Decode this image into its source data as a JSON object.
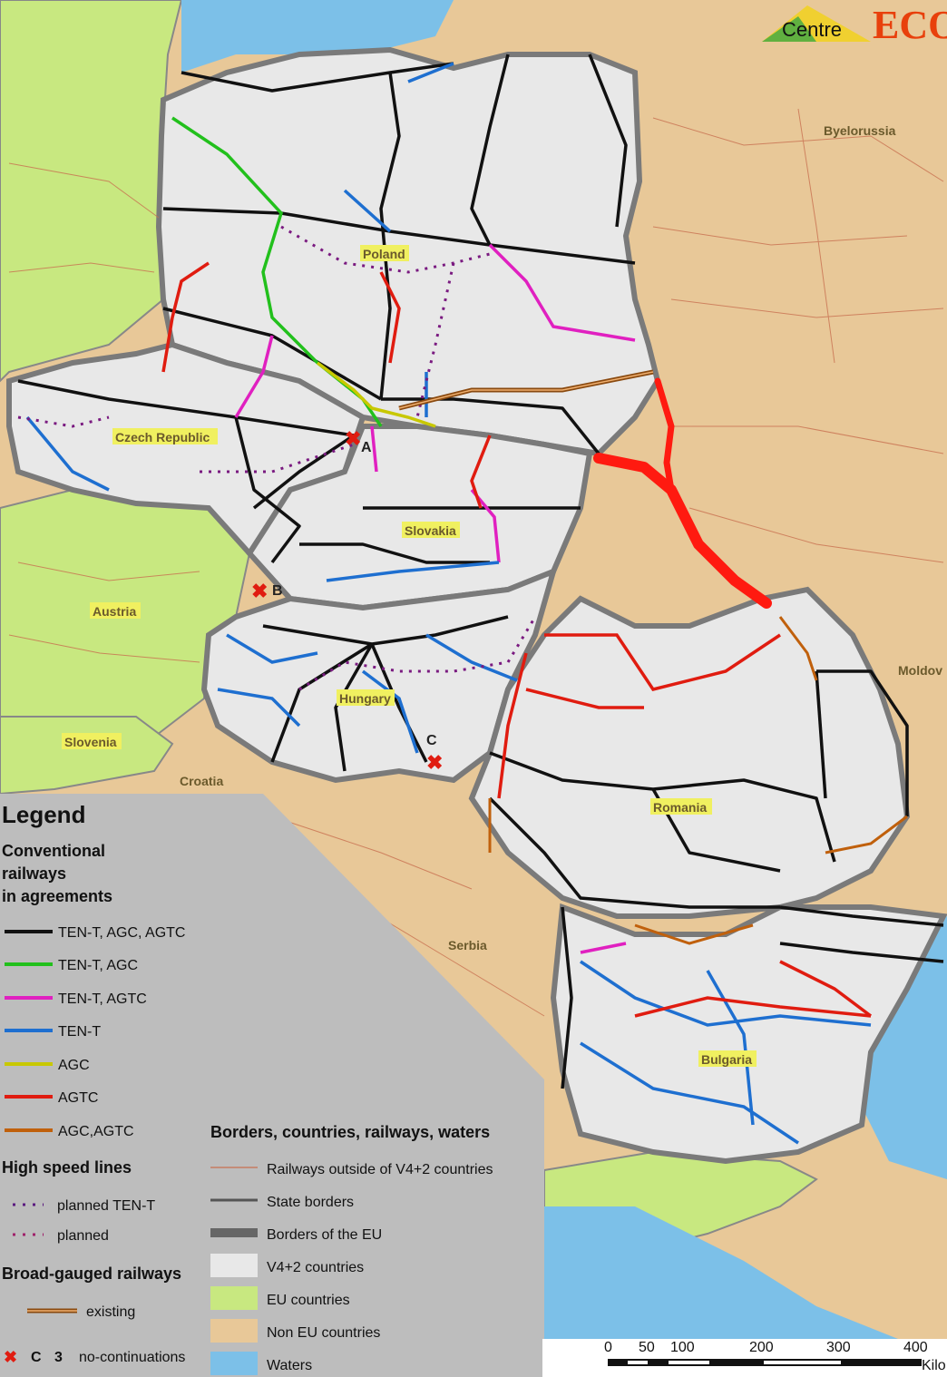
{
  "logo": {
    "centre": "Centre",
    "eco": "ECO"
  },
  "countries": {
    "poland": "Poland",
    "czech": "Czech Republic",
    "slovakia": "Slovakia",
    "hungary": "Hungary",
    "romania": "Romania",
    "bulgaria": "Bulgaria",
    "austria": "Austria",
    "slovenia": "Slovenia",
    "croatia": "Croatia",
    "serbia": "Serbia",
    "byelorussia": "Byelorussia",
    "moldova": "Moldov"
  },
  "markers": [
    {
      "id": "A",
      "label": "A"
    },
    {
      "id": "B",
      "label": "B"
    },
    {
      "id": "C",
      "label": "C"
    }
  ],
  "legend": {
    "title": "Legend",
    "conventional_heading_1": "Conventional",
    "conventional_heading_2": "railways",
    "conventional_heading_3": "in agreements",
    "conventional_items": [
      {
        "label": "TEN-T, AGC, AGTC",
        "color": "#111111"
      },
      {
        "label": "TEN-T, AGC",
        "color": "#22c01c"
      },
      {
        "label": "TEN-T, AGTC",
        "color": "#e020c0"
      },
      {
        "label": "TEN-T",
        "color": "#1e6fd0"
      },
      {
        "label": "AGC",
        "color": "#c8c800"
      },
      {
        "label": "AGTC",
        "color": "#e01c10"
      },
      {
        "label": "AGC,AGTC",
        "color": "#c0600c"
      }
    ],
    "hsl_heading": "High speed lines",
    "hsl_items": [
      {
        "label": "planned TEN-T",
        "color": "#5a1a80"
      },
      {
        "label": "planned",
        "color": "#a0206a"
      }
    ],
    "broad_heading": "Broad-gauged railways",
    "broad_items": [
      {
        "label": "existing"
      }
    ],
    "nocont": {
      "c": "C",
      "n": "3",
      "label": "no-continuations"
    },
    "borders_heading": "Borders, countries, railways, waters",
    "borders_items": [
      {
        "label": "Railways outside of V4+2 countries"
      },
      {
        "label": "State borders"
      },
      {
        "label": "Borders of the EU"
      },
      {
        "label": "V4+2 countries",
        "color": "#e8e8e8"
      },
      {
        "label": "EU countries",
        "color": "#c8e880"
      },
      {
        "label": "Non EU countries",
        "color": "#e8c898"
      },
      {
        "label": "Waters",
        "color": "#7cc0e8"
      }
    ]
  },
  "scale": {
    "ticks": [
      "0",
      "50",
      "100",
      "200",
      "300",
      "400"
    ],
    "unit": "Kilo"
  }
}
